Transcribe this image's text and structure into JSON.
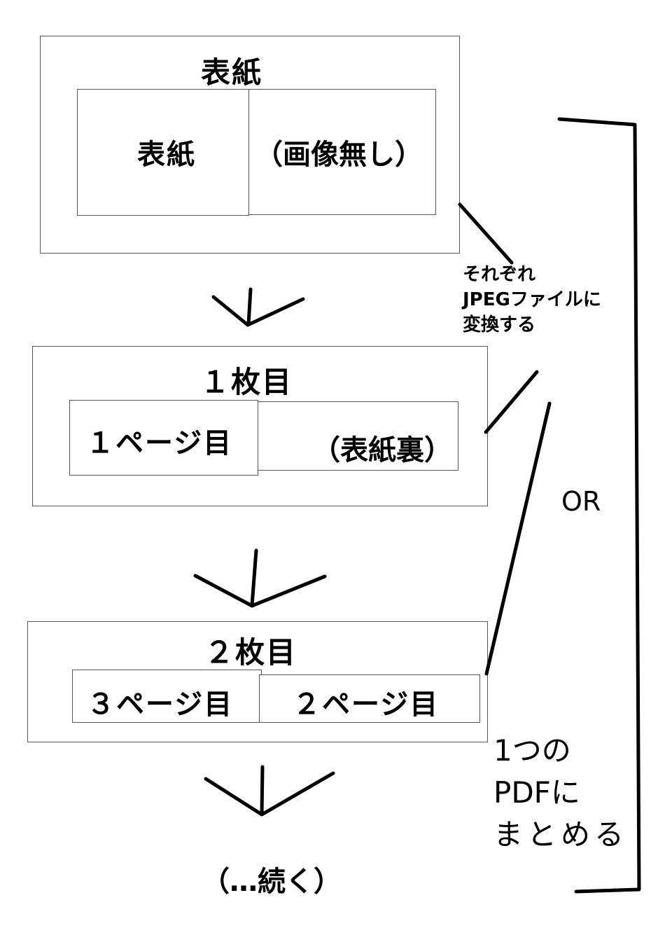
{
  "sheets": [
    {
      "title": "表紙",
      "left_page": "表紙",
      "right_page": "（画像無し）"
    },
    {
      "title": "１枚目",
      "left_page": "１ページ目",
      "right_page": "（表紙裏）"
    },
    {
      "title": "２枚目",
      "left_page": "３ページ目",
      "right_page": "２ページ目"
    }
  ],
  "continuation": "（…続く）",
  "annotations": {
    "jpeg_note": [
      "それぞれ",
      "JPEGファイルに",
      "変換する"
    ],
    "or_label": "OR",
    "pdf_note": [
      "1つの",
      "PDFに",
      "まとめる"
    ]
  }
}
